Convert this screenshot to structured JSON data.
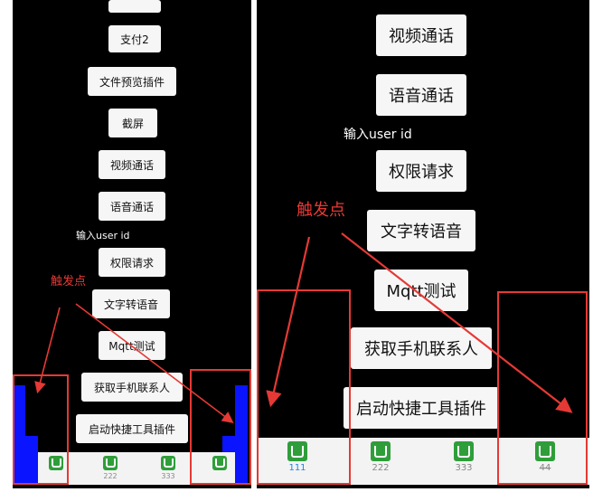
{
  "left_screen": {
    "buttons": [
      "",
      "支付2",
      "文件预览插件",
      "截屏",
      "视频通话",
      "语音通话",
      "权限请求",
      "文字转语音",
      "Mqtt测试",
      "获取手机联系人",
      "启动快捷工具插件"
    ],
    "input_label": "输入user id",
    "annotation": "触发点",
    "tabs": [
      {
        "icon": "u-app-icon",
        "label": ""
      },
      {
        "icon": "u-app-icon",
        "label": "222"
      },
      {
        "icon": "u-app-icon",
        "label": "333"
      },
      {
        "icon": "u-app-icon",
        "label": ""
      }
    ]
  },
  "right_screen": {
    "buttons": [
      "视频通话",
      "语音通话",
      "权限请求",
      "文字转语音",
      "Mqtt测试",
      "获取手机联系人",
      "启动快捷工具插件"
    ],
    "input_label": "输入user id",
    "annotation": "触发点",
    "tabs": [
      {
        "icon": "u-app-icon",
        "label": "111"
      },
      {
        "icon": "u-app-icon",
        "label": "222"
      },
      {
        "icon": "u-app-icon",
        "label": "333"
      },
      {
        "icon": "u-app-icon",
        "label": "44"
      }
    ]
  },
  "colors": {
    "background": "#000000",
    "button": "#f6f6f6",
    "annotation_red": "#e53935",
    "overlay_blue": "#0a14ff",
    "icon_green": "#2f9e3a",
    "tab_active": "#1e88e5"
  }
}
